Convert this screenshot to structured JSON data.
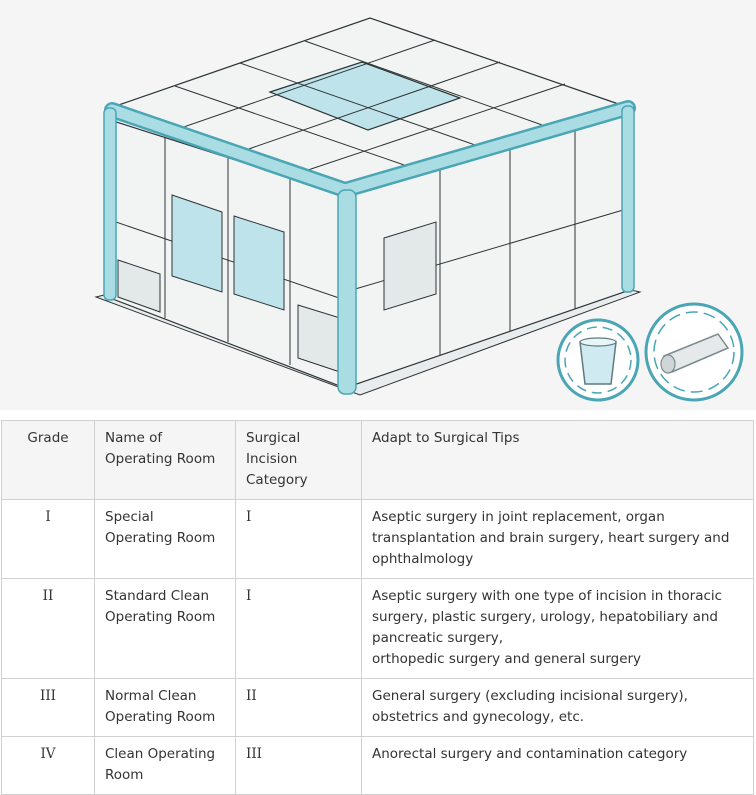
{
  "figure": {
    "subject": "modular-operating-room-illustration",
    "icons": [
      "cup-icon",
      "pipe-roll-icon"
    ],
    "colors": {
      "frame": "#a9dde3",
      "frame_dark": "#4aa6b4",
      "panel": "#f2f4f4",
      "line": "#2d3436",
      "badge_ring": "#4aa6b4"
    }
  },
  "table": {
    "headers": [
      "Grade",
      "Name of Operating Room",
      "Surgical Incision Category",
      "Adapt to Surgical Tips"
    ],
    "rows": [
      {
        "grade": "I",
        "name": "Special Operating Room",
        "incision": "I",
        "tips": [
          "Aseptic surgery in joint replacement, organ transplantation and brain surgery, heart surgery and ophthalmology"
        ]
      },
      {
        "grade": "II",
        "name": "Standard Clean Operating Room",
        "incision": "I",
        "tips": [
          "Aseptic surgery with one type of incision in thoracic surgery, plastic surgery, urology, hepatobiliary and pancreatic surgery,",
          "orthopedic surgery and general surgery"
        ]
      },
      {
        "grade": "III",
        "name": "Normal Clean Operating Room",
        "incision": "II",
        "tips": [
          "General surgery (excluding incisional surgery), obstetrics and gynecology, etc."
        ]
      },
      {
        "grade": "IV",
        "name": "Clean Operating Room",
        "incision": "III",
        "tips": [
          "Anorectal surgery and contamination category"
        ]
      }
    ]
  }
}
